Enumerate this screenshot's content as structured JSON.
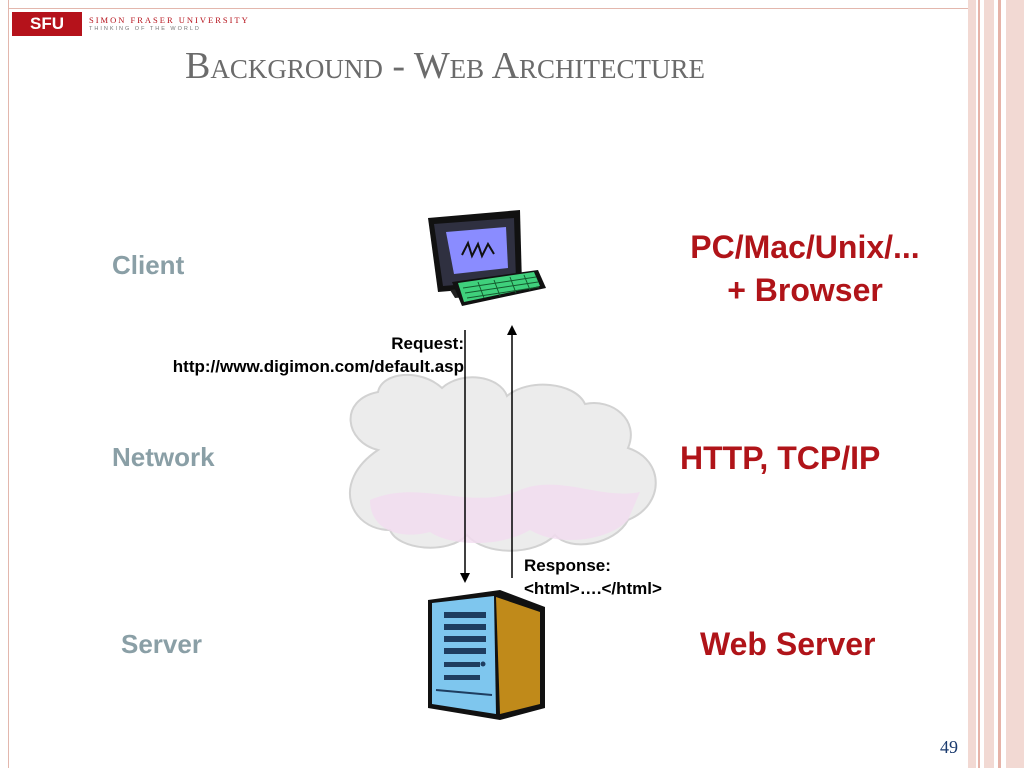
{
  "logo": {
    "abbr": "SFU",
    "name": "SIMON FRASER UNIVERSITY",
    "tagline": "THINKING OF THE WORLD"
  },
  "slide": {
    "title": "Background - Web Architecture",
    "page_number": "49"
  },
  "layers": {
    "client": {
      "label": "Client",
      "description_line1": "PC/Mac/Unix/...",
      "description_line2": "+ Browser"
    },
    "network": {
      "label": "Network",
      "description": "HTTP, TCP/IP"
    },
    "server": {
      "label": "Server",
      "description": "Web Server"
    }
  },
  "request": {
    "label": "Request:",
    "url": "http://www.digimon.com/default.asp"
  },
  "response": {
    "label": "Response:",
    "body": "<html>….</html>"
  },
  "colors": {
    "accent_red": "#b01419",
    "layer_gray": "#8a9fa6",
    "title_gray": "#6b6b6b"
  }
}
